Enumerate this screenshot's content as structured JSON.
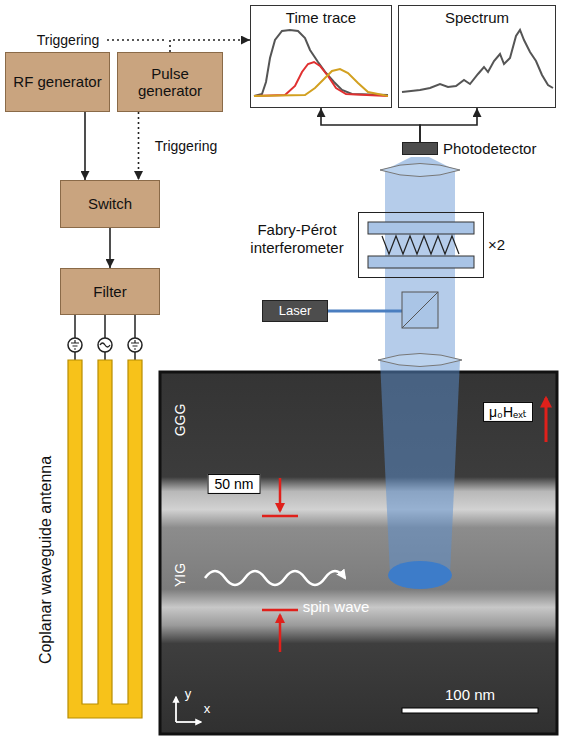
{
  "diagram": {
    "nodes": [
      {
        "text": [
          "RF generator"
        ]
      },
      {
        "text": [
          "Pulse generator"
        ]
      },
      {
        "text": [
          "Time trace"
        ]
      },
      {
        "text": [
          "Spectrum"
        ]
      },
      {
        "text": [
          "Switch"
        ]
      },
      {
        "text": [
          "Photodetector"
        ]
      },
      {
        "text": [
          "Filter"
        ]
      },
      {
        "text": [
          "Fabry-Pérot interferometer",
          "×2"
        ]
      },
      {
        "text": [
          "Laser"
        ]
      }
    ],
    "edges": [
      {
        "from": 0,
        "to": 4,
        "arrow": "to"
      },
      {
        "from": 1,
        "to": 4,
        "label": "Triggering",
        "arrow": "to"
      },
      {
        "from": 4,
        "to": 6,
        "arrow": "to"
      },
      {
        "from": 1,
        "to": 2,
        "label": "Triggering",
        "arrow": "to"
      },
      {
        "from": 5,
        "to": 2,
        "arrow": "to"
      },
      {
        "from": 5,
        "to": 3,
        "arrow": "to"
      }
    ],
    "labels": [
      "GGG",
      "YIG",
      "50 nm",
      "spin wave",
      "μ₀Hₑₓₜ",
      "100 nm",
      "y",
      "x",
      "Coplanar waveguide antenna"
    ]
  }
}
